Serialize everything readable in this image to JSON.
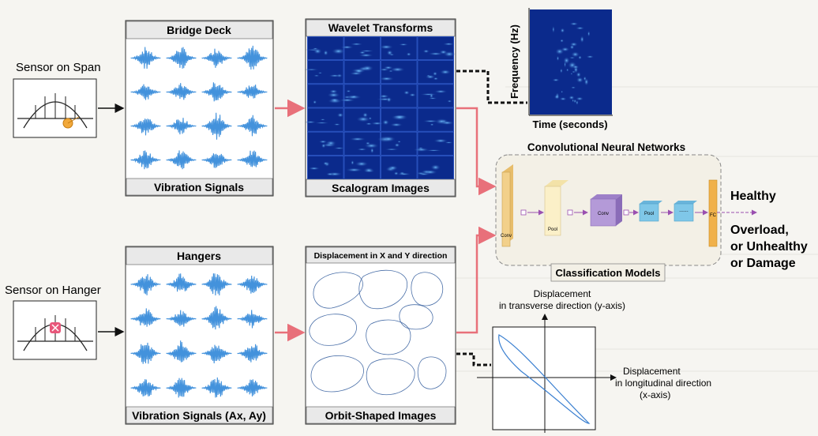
{
  "colors": {
    "paper": "#f6f5f1",
    "signal_blue": "#2f86d8",
    "scalogram_bg": "#0b2a8c",
    "arrow_pink": "#e8707a",
    "dashed": "#111111",
    "cnn_panel": "#f3f0e6",
    "conv": "#f2d08a",
    "pool": "#fbf0c8",
    "conv3": "#b49ad8",
    "pool2": "#7fc7e8",
    "fc": "#f0b14a"
  },
  "sensor_span": {
    "label": "Sensor on Span",
    "icon": "arch-bridge-with-sensor-icon"
  },
  "sensor_hanger": {
    "label": "Sensor on Hanger",
    "icon": "arch-bridge-with-hanger-sensor-icon"
  },
  "bridge_deck_panel": {
    "title": "Bridge Deck",
    "caption": "Vibration Signals"
  },
  "hangers_panel": {
    "title": "Hangers",
    "caption": "Vibration Signals (Ax, Ay)"
  },
  "wavelet_panel": {
    "title": "Wavelet Transforms",
    "caption": "Scalogram Images"
  },
  "displacement_panel": {
    "title": "Displacement in X and Y direction",
    "caption": "Orbit-Shaped Images"
  },
  "spectrogram_inset": {
    "y_label": "Frequency (Hz)",
    "x_label": "Time (seconds)"
  },
  "cnn": {
    "title": "Convolutional Neural Networks",
    "caption": "Classification Models",
    "layers": [
      "Conv",
      "Pool",
      "Conv",
      "Pool",
      "......",
      "FC"
    ]
  },
  "outputs": {
    "healthy": "Healthy",
    "unhealthy_lines": [
      "Overload,",
      "or Unhealthy",
      "or Damage"
    ]
  },
  "orbit_inset": {
    "y_label_lines": [
      "Displacement",
      "in transverse direction (y-axis)"
    ],
    "x_label_lines": [
      "Displacement",
      "in longitudinal direction",
      "(x-axis)"
    ]
  }
}
